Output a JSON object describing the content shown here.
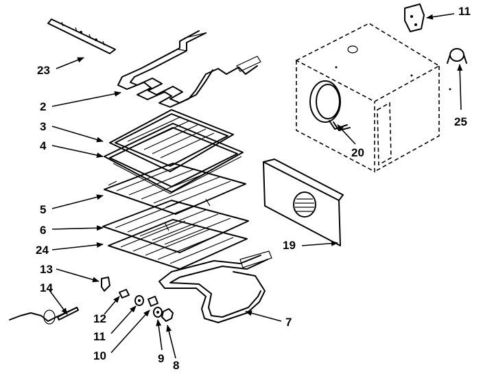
{
  "diagram": {
    "parts": {
      "p2": "2",
      "p3": "3",
      "p4": "4",
      "p5": "5",
      "p6": "6",
      "p7": "7",
      "p8": "8",
      "p9": "9",
      "p10": "10",
      "p11a": "11",
      "p11b": "11",
      "p12": "12",
      "p13": "13",
      "p14": "14",
      "p19": "19",
      "p20": "20",
      "p23": "23",
      "p24": "24",
      "p25": "25"
    }
  }
}
